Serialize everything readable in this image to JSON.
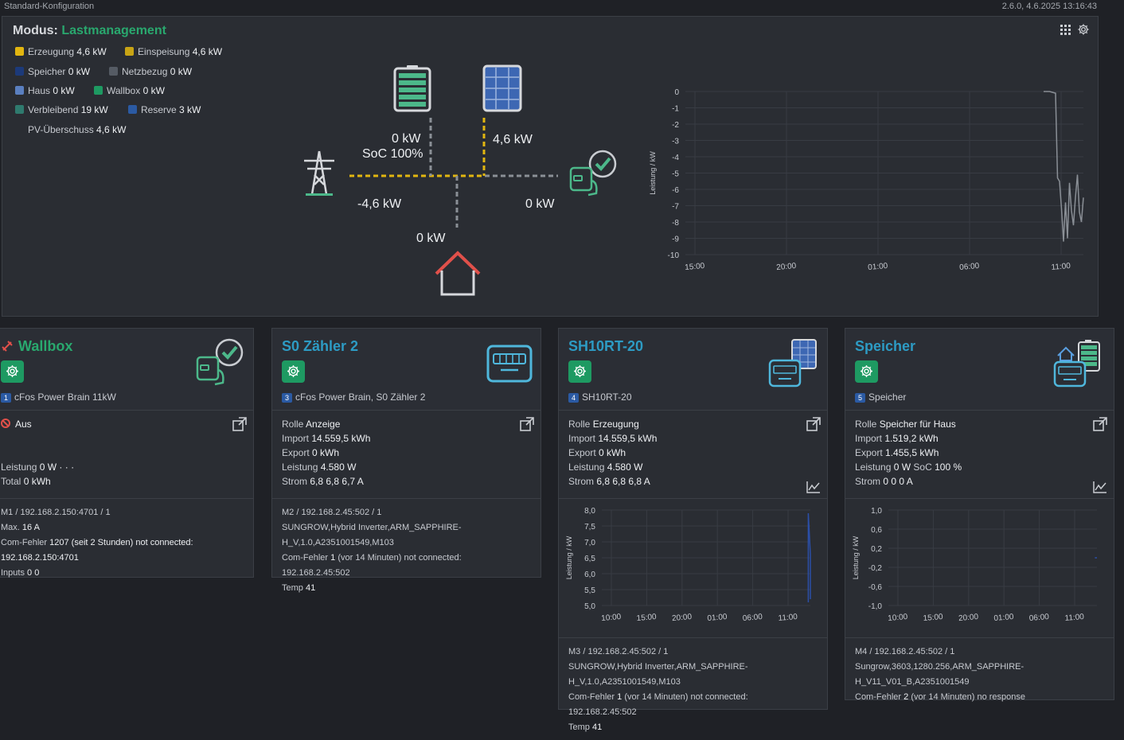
{
  "topbar": {
    "config_name": "Standard-Konfiguration",
    "version_time": "2.6.0, 4.6.2025 13:16:43"
  },
  "overview": {
    "mode_label": "Modus:",
    "mode_value": "Lastmanagement",
    "legend": [
      {
        "label": "Erzeugung",
        "value": "4,6 kW",
        "color": "#e2b610"
      },
      {
        "label": "Einspeisung",
        "value": "4,6 kW",
        "color": "#c8a415"
      },
      {
        "label": "Speicher",
        "value": "0 kW",
        "color": "#1c3a7a"
      },
      {
        "label": "Netzbezug",
        "value": "0 kW",
        "color": "#555b64"
      },
      {
        "label": "Haus",
        "value": "0 kW",
        "color": "#5a7fc0"
      },
      {
        "label": "Wallbox",
        "value": "0 kW",
        "color": "#1e9a62"
      },
      {
        "label": "Verbleibend",
        "value": "19 kW",
        "color": "#2f7a6e"
      },
      {
        "label": "Reserve",
        "value": "3 kW",
        "color": "#2b5aa3"
      },
      {
        "label": "PV-Überschuss",
        "value": "4,6 kW",
        "color": ""
      }
    ],
    "flow": {
      "battery_power": "0 kW",
      "battery_soc": "SoC 100%",
      "pv_power": "4,6 kW",
      "grid_power": "-4,6 kW",
      "wallbox_power": "0 kW",
      "house_power": "0 kW"
    }
  },
  "colors": {
    "accent_green": "#29a86e",
    "title_blue": "#2d9bc4",
    "flow_yellow": "#e2b610",
    "flow_gray": "#8a8f96",
    "house_red": "#e0504a"
  },
  "chart_data": [
    {
      "type": "line",
      "ylabel": "Leistung / kW",
      "ylim": [
        -10,
        0
      ],
      "yticks": [
        0,
        -1,
        -2,
        -3,
        -4,
        -5,
        -6,
        -7,
        -8,
        -9,
        -10
      ],
      "xticks": [
        "15:00",
        "20:00",
        "01:00",
        "06:00",
        "11:00"
      ],
      "grid": true,
      "series": [
        {
          "values_x": [
            0.9,
            0.915,
            0.93,
            0.935,
            0.94,
            0.945,
            0.95,
            0.955,
            0.96,
            0.965,
            0.97,
            0.975,
            0.98,
            0.985,
            0.99,
            0.995,
            1.0
          ],
          "values": [
            0,
            0,
            -0.1,
            -5.3,
            -5.5,
            -7.2,
            -9.2,
            -6.8,
            -9.0,
            -5.6,
            -7.3,
            -8.2,
            -6.5,
            -5.1,
            -7.4,
            -8.0,
            -6.5
          ]
        }
      ]
    },
    {
      "type": "line",
      "ylabel": "Leistung / kW",
      "ylim": [
        5.0,
        8.0
      ],
      "yticks": [
        "8,0",
        "7,5",
        "7,0",
        "6,5",
        "6,0",
        "5,5",
        "5,0"
      ],
      "xticks": [
        "10:00",
        "15:00",
        "20:00",
        "01:00",
        "06:00",
        "11:00"
      ],
      "grid": true,
      "series": [
        {
          "values_x": [
            0.99,
            0.99,
            1.0,
            1.0
          ],
          "values": [
            5.1,
            7.9,
            6.6,
            5.2
          ]
        }
      ]
    },
    {
      "type": "line",
      "ylabel": "Leistung / kW",
      "ylim": [
        -1.0,
        1.0
      ],
      "yticks": [
        "1,0",
        "0,6",
        "0,2",
        "-0,2",
        "-0,6",
        "-1,0"
      ],
      "xticks": [
        "10:00",
        "15:00",
        "20:00",
        "01:00",
        "06:00",
        "11:00"
      ],
      "grid": true,
      "series": [
        {
          "values_x": [
            0.99,
            1.0
          ],
          "values": [
            0.0,
            0.0
          ]
        }
      ]
    }
  ],
  "cards": {
    "wallbox": {
      "title": "Wallbox",
      "num": "1",
      "sub": "cFos Power Brain 11kW",
      "status": "Aus",
      "leistung_label": "Leistung",
      "leistung_value": "0 W",
      "dots": "· · ·",
      "total_label": "Total",
      "total_value": "0 kWh",
      "f1": "M1 / 192.168.2.150:4701 / 1",
      "f2_label": "Max.",
      "f2_value": "16 A",
      "f3_label": "Com-Fehler",
      "f3_value": "1207 (seit 2 Stunden) not connected:",
      "f4": "192.168.2.150:4701",
      "f5_label": "Inputs",
      "f5_value": "0 0"
    },
    "s0": {
      "title": "S0 Zähler 2",
      "num": "3",
      "sub": "cFos Power Brain, S0 Zähler 2",
      "rolle_label": "Rolle",
      "rolle_value": "Anzeige",
      "import_label": "Import",
      "import_value": "14.559,5 kWh",
      "export_label": "Export",
      "export_value": "0 kWh",
      "leistung_label": "Leistung",
      "leistung_value": "4.580 W",
      "strom_label": "Strom",
      "strom_value": "6,8 6,8 6,7 A",
      "f1": "M2 / 192.168.2.45:502 / 1",
      "f2": "SUNGROW,Hybrid Inverter,ARM_SAPPHIRE-",
      "f3": "H_V,1.0,A2351001549,M103",
      "f4_label": "Com-Fehler",
      "f4_value": "1",
      "f4_rest": "(vor 14 Minuten) not connected: 192.168.2.45:502",
      "f5_label": "Temp",
      "f5_value": "41"
    },
    "sh10": {
      "title": "SH10RT-20",
      "num": "4",
      "sub": "SH10RT-20",
      "rolle_label": "Rolle",
      "rolle_value": "Erzeugung",
      "import_label": "Import",
      "import_value": "14.559,5 kWh",
      "export_label": "Export",
      "export_value": "0 kWh",
      "leistung_label": "Leistung",
      "leistung_value": "4.580 W",
      "strom_label": "Strom",
      "strom_value": "6,8 6,8 6,8 A",
      "f1": "M3 / 192.168.2.45:502 / 1",
      "f2": "SUNGROW,Hybrid Inverter,ARM_SAPPHIRE-",
      "f3": "H_V,1.0,A2351001549,M103",
      "f4_label": "Com-Fehler",
      "f4_value": "1",
      "f4_rest": "(vor 14 Minuten) not connected: 192.168.2.45:502",
      "f5_label": "Temp",
      "f5_value": "41"
    },
    "speicher": {
      "title": "Speicher",
      "num": "5",
      "sub": "Speicher",
      "rolle_label": "Rolle",
      "rolle_value": "Speicher für Haus",
      "import_label": "Import",
      "import_value": "1.519,2 kWh",
      "export_label": "Export",
      "export_value": "1.455,5 kWh",
      "leistung_label": "Leistung",
      "leistung_value": "0 W",
      "soc_label": "SoC",
      "soc_value": "100 %",
      "strom_label": "Strom",
      "strom_value": "0 0 0 A",
      "f1": "M4 / 192.168.2.45:502 / 1",
      "f2": "Sungrow,3603,1280.256,ARM_SAPPHIRE-",
      "f3": "H_V11_V01_B,A2351001549",
      "f4_label": "Com-Fehler",
      "f4_value": "2",
      "f4_rest": "(vor 14 Minuten) no response"
    }
  }
}
